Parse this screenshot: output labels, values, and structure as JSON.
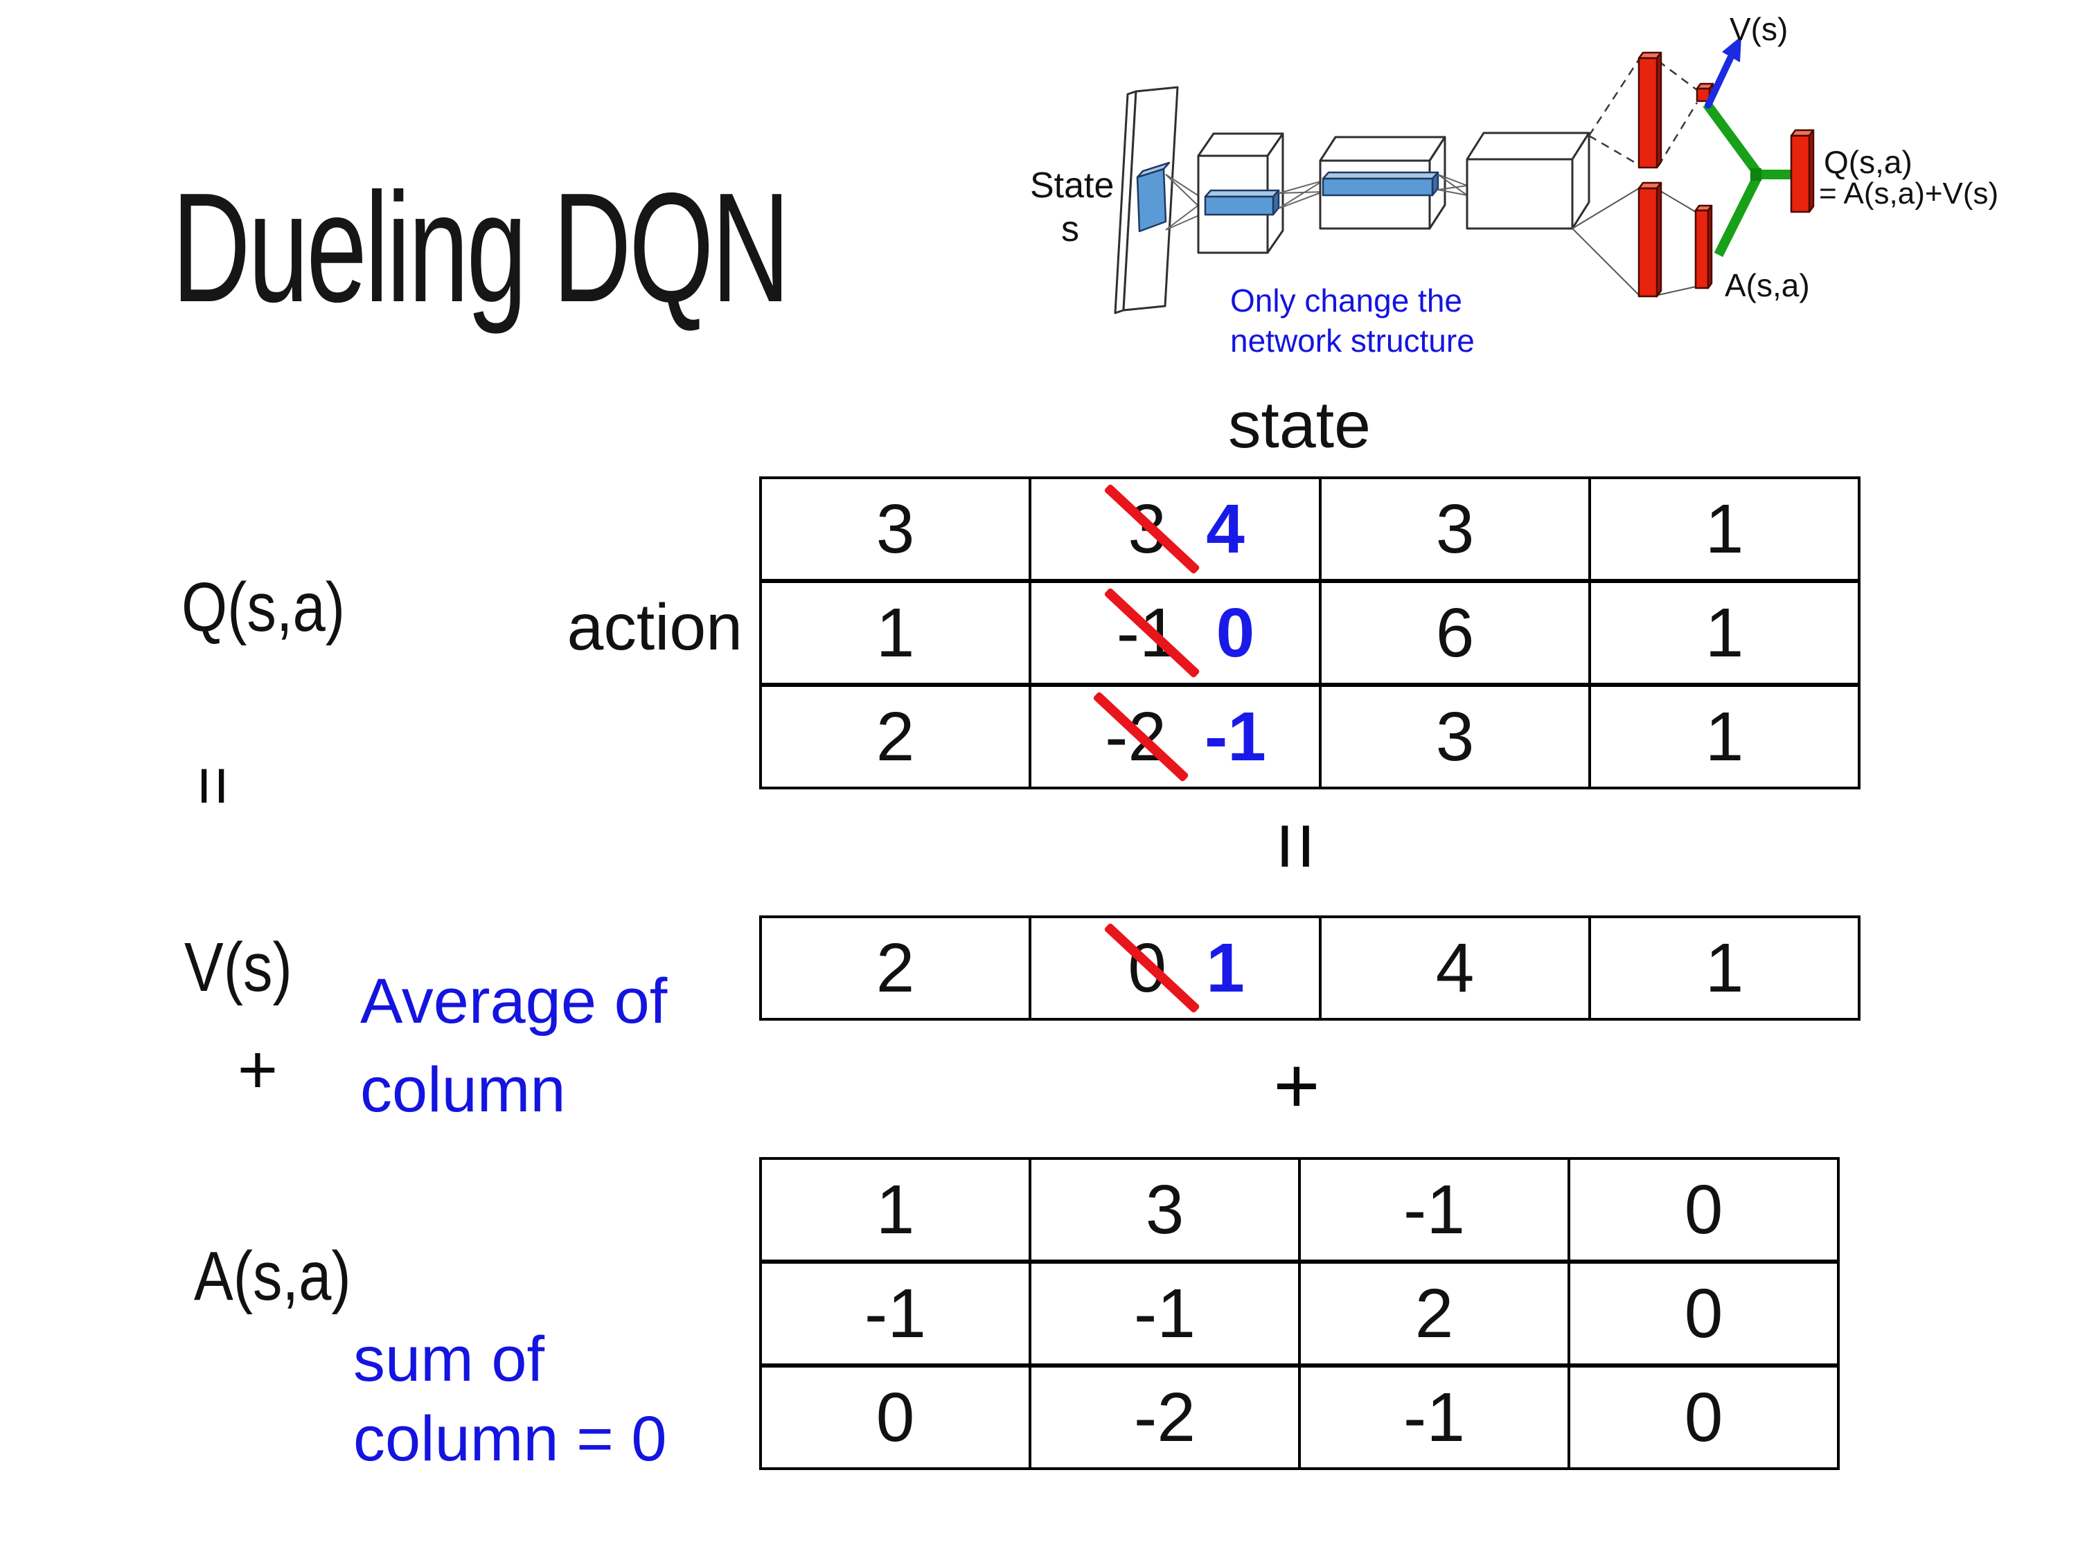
{
  "colors": {
    "annotation_blue": "#1414e0",
    "revision_blue": "#1a1ae8",
    "strike_red": "#e8151c",
    "bar_red": "#e8230e",
    "connector_green": "#18a018",
    "arrow_blue": "#1b2be0",
    "conv_blue": "#5b9bd5",
    "ink": "#111111"
  },
  "title": "Dueling DQN",
  "diagram": {
    "state_line1": "State",
    "state_line2": "s",
    "note_line1": "Only change the",
    "note_line2": "network structure",
    "v_output_label": "V(s)",
    "q_output_label": "Q(s,a)",
    "q_output_formula": "= A(s,a)+V(s)",
    "a_output_label": "A(s,a)"
  },
  "matrix_section": {
    "state_header": "state",
    "action_header": "action",
    "q_label": "Q(s,a)",
    "v_label": "V(s)",
    "a_label": "A(s,a)",
    "equals_left": "=",
    "equals_mid": "=",
    "plus_left": "+",
    "plus_mid": "+",
    "avg_line1": "Average of",
    "avg_line2": "column",
    "sum_line1": "sum of",
    "sum_line2": "column = 0",
    "q_table": [
      [
        {
          "v": "3"
        },
        {
          "old": "3",
          "new": "4"
        },
        {
          "v": "3"
        },
        {
          "v": "1"
        }
      ],
      [
        {
          "v": "1"
        },
        {
          "old": "-1",
          "new": "0"
        },
        {
          "v": "6"
        },
        {
          "v": "1"
        }
      ],
      [
        {
          "v": "2"
        },
        {
          "old": "-2",
          "new": "-1"
        },
        {
          "v": "3"
        },
        {
          "v": "1"
        }
      ]
    ],
    "v_table": [
      [
        {
          "v": "2"
        },
        {
          "old": "0",
          "new": "1"
        },
        {
          "v": "4"
        },
        {
          "v": "1"
        }
      ]
    ],
    "a_table": [
      [
        {
          "v": "1"
        },
        {
          "v": "3"
        },
        {
          "v": "-1"
        },
        {
          "v": "0"
        }
      ],
      [
        {
          "v": "-1"
        },
        {
          "v": "-1"
        },
        {
          "v": "2"
        },
        {
          "v": "0"
        }
      ],
      [
        {
          "v": "0"
        },
        {
          "v": "-2"
        },
        {
          "v": "-1"
        },
        {
          "v": "0"
        }
      ]
    ]
  }
}
